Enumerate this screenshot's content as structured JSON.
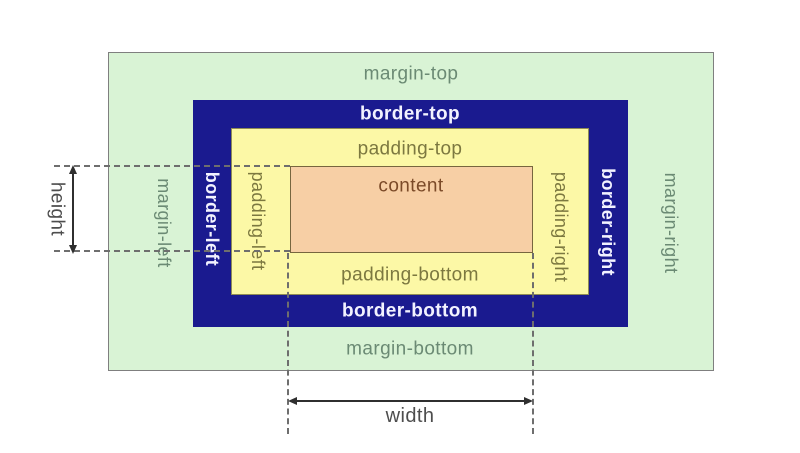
{
  "colors": {
    "page_bg": "#ffffff",
    "margin_bg": "#d9f3d5",
    "margin_outline": "#7f7f7f",
    "border_bg": "#1a1a8f",
    "padding_bg": "#fcf8a6",
    "padding_outline": "#8f8c55",
    "content_bg": "#f7cfa5",
    "content_outline": "#77663f",
    "margin_text": "#6b8a74",
    "border_text": "#f2f2ff",
    "padding_text": "#7c7840",
    "content_text": "#7b4a28",
    "measure_text": "#4d4d4d",
    "guide": "#6e6e6e",
    "line": "#2f2f2f"
  },
  "box_model": {
    "margin": {
      "top": "margin-top",
      "bottom": "margin-bottom",
      "left": "margin-left",
      "right": "margin-right"
    },
    "border": {
      "top": "border-top",
      "bottom": "border-bottom",
      "left": "border-left",
      "right": "border-right"
    },
    "padding": {
      "top": "padding-top",
      "bottom": "padding-bottom",
      "left": "padding-left",
      "right": "padding-right"
    },
    "content": {
      "label": "content"
    }
  },
  "measurements": {
    "width": "width",
    "height": "height"
  }
}
